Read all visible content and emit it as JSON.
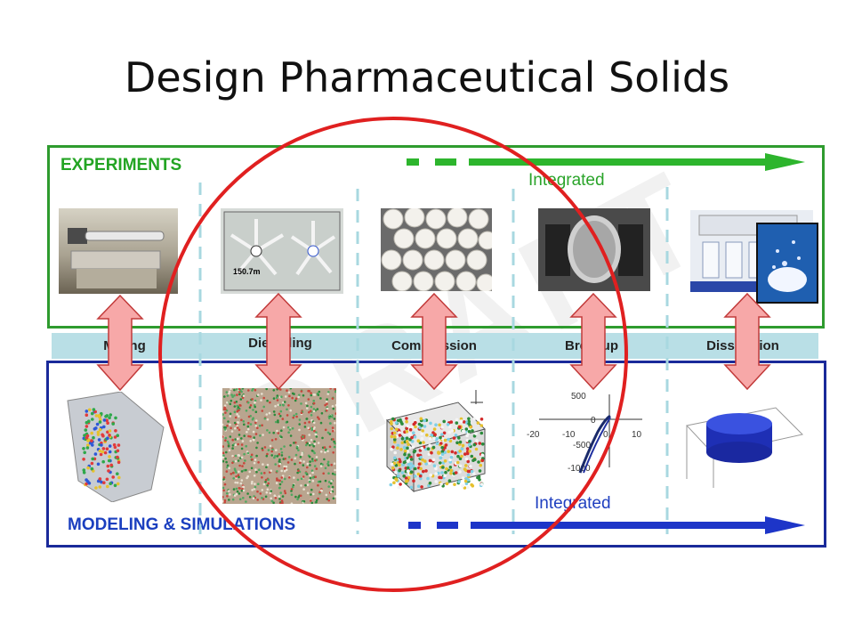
{
  "slide": {
    "title": "Design Pharmaceutical Solids"
  },
  "experiments": {
    "label": "EXPERIMENTS",
    "integrated": "Integrated"
  },
  "modeling": {
    "label": "MODELING & SIMULATIONS",
    "integrated": "Integrated"
  },
  "stages": [
    "Mixing",
    "Die Filling",
    "Compression",
    "Breakup",
    "Dissolution"
  ],
  "die_filling_scale": "150.7m",
  "breakup_plot": {
    "y_ticks": [
      "500",
      "0",
      "-500",
      "-1000"
    ],
    "x_ticks": [
      "-20",
      "-10",
      "0",
      "10"
    ]
  },
  "watermark": "DRAFT",
  "colors": {
    "experiments": "#2e9b2e",
    "modeling": "#1a2a9a",
    "highlight_circle": "#e02020",
    "double_arrow": "#f4a6a6",
    "band": "#b9dfe6"
  }
}
